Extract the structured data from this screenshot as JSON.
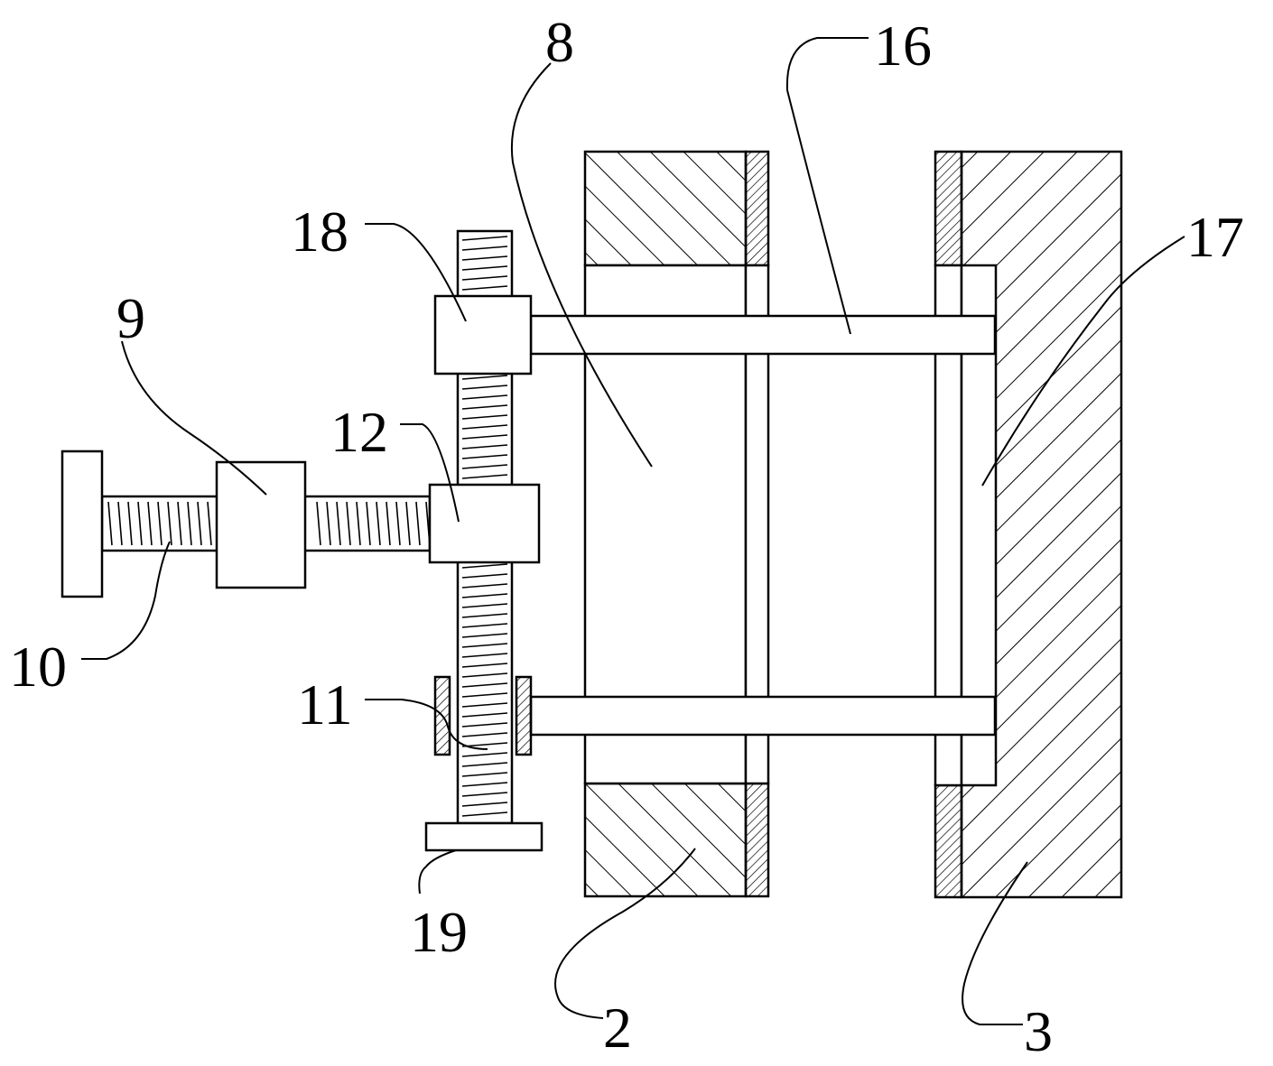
{
  "labels": {
    "l2": "2",
    "l3": "3",
    "l8": "8",
    "l9": "9",
    "l10": "10",
    "l11": "11",
    "l12": "12",
    "l16": "16",
    "l17": "17",
    "l18": "18",
    "l19": "19"
  },
  "colors": {
    "line": "#000000",
    "background": "#ffffff"
  }
}
